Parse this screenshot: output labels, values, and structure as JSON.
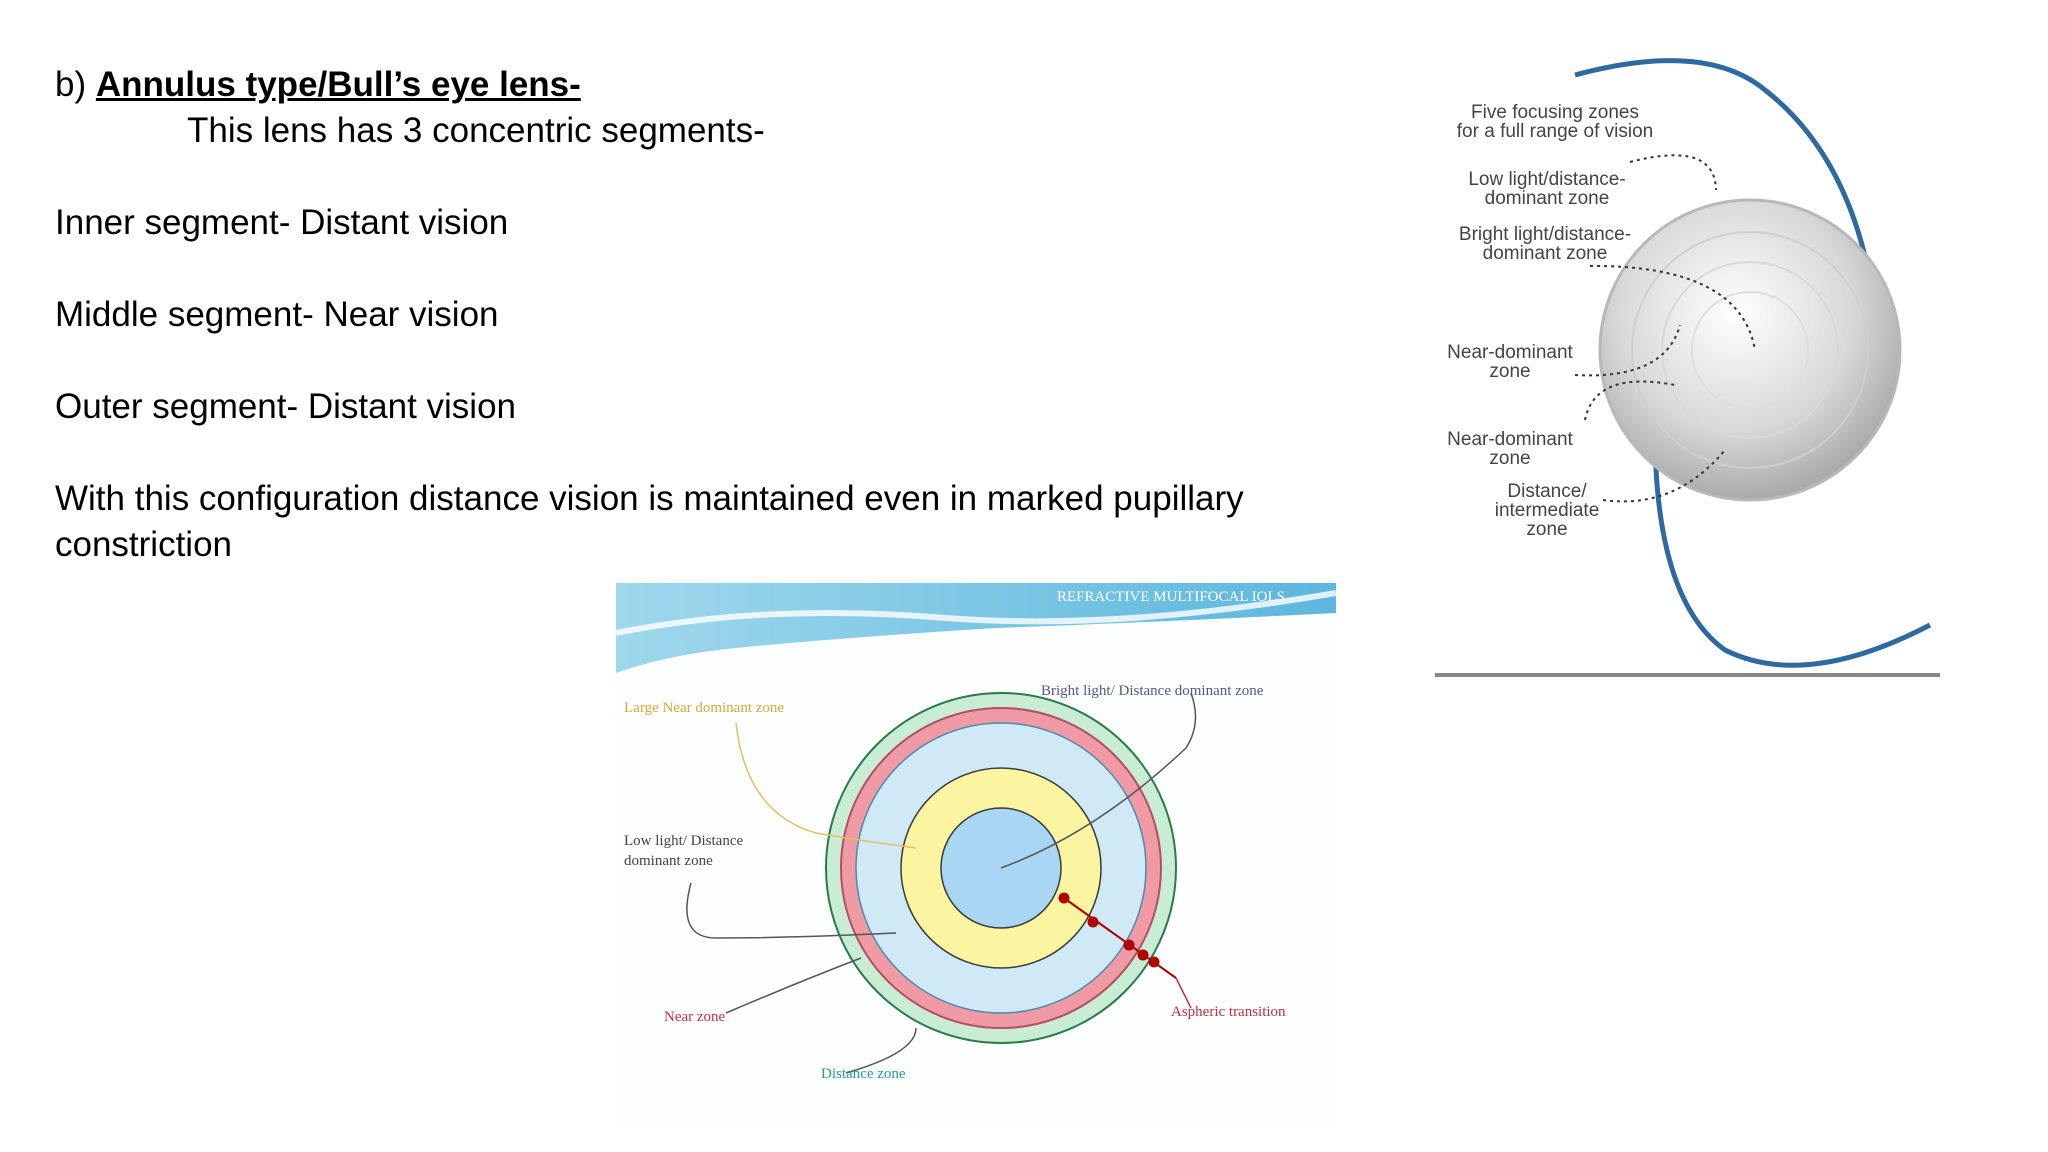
{
  "content": {
    "prefix": "b) ",
    "heading_term": "Annulus type/Bull’s eye lens-",
    "intro": "This lens has 3 concentric segments-",
    "inner": "Inner segment- Distant vision",
    "middle": "Middle segment- Near vision",
    "outer": "Outer segment- Distant vision",
    "conclusion": "With this configuration distance vision is maintained even in marked pupillary constriction"
  },
  "figure_right": {
    "label_five_1": "Five focusing zones",
    "label_five_2": "for a full range of vision",
    "label_low_1": "Low light/distance-",
    "label_low_2": "dominant zone",
    "label_bright_1": "Bright light/distance-",
    "label_bright_2": "dominant zone",
    "label_near1_1": "Near-dominant",
    "label_near1_2": "zone",
    "label_near2_1": "Near-dominant",
    "label_near2_2": "zone",
    "label_dist_1": "Distance/",
    "label_dist_2": "intermediate",
    "label_dist_3": "zone"
  },
  "figure_bottom": {
    "banner": "REFRACTIVE MULTIFOCAL IOLS",
    "label_large_near": "Large Near dominant zone",
    "label_bright": "Bright light/ Distance dominant zone",
    "label_low_1": "Low light/ Distance",
    "label_low_2": "dominant zone",
    "label_near": "Near zone",
    "label_aspheric": "Aspheric transition",
    "label_distance": "Distance zone"
  },
  "colors": {
    "lens_blue": "#2e6aa0",
    "ring_green": "#c8ecd4",
    "ring_pink": "#ef9aa4",
    "ring_light_blue": "#cfe9f6",
    "ring_yellow": "#fbf4a0",
    "center_blue": "#a8d6f3",
    "aspheric_red": "#b00000"
  }
}
